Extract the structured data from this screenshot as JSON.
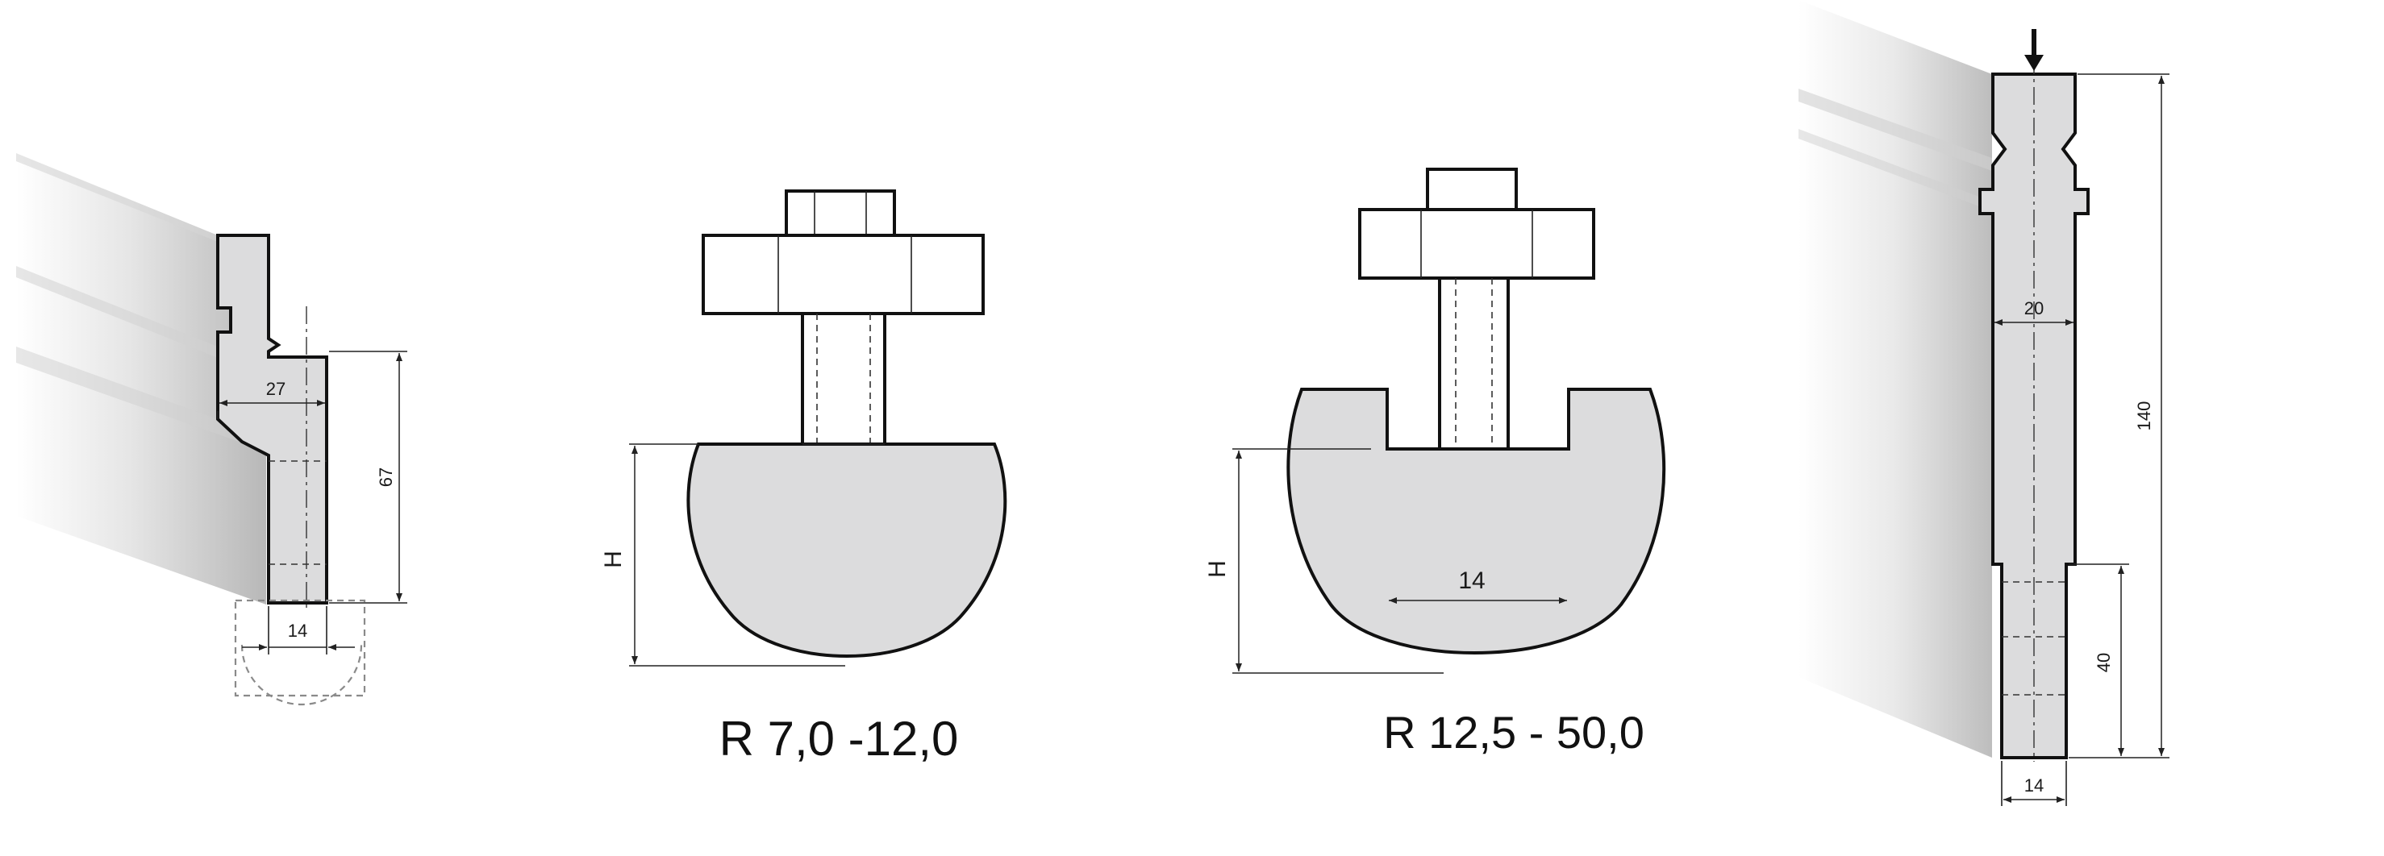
{
  "figure_1": {
    "dim_width_top": "27",
    "dim_height": "67",
    "dim_width_tip": "14"
  },
  "figure_2": {
    "dim_height": "H",
    "caption": "R 7,0 -12,0"
  },
  "figure_3": {
    "dim_height": "H",
    "dim_slot_width": "14",
    "caption": "R 12,5 - 50,0"
  },
  "figure_4": {
    "dim_width_body": "20",
    "dim_total_height": "140",
    "dim_tip_height": "40",
    "dim_width_tip": "14"
  },
  "colors": {
    "body_fill": "#dcdcdd",
    "outline": "#111111",
    "shadow_grey": "#c8c8c8"
  }
}
